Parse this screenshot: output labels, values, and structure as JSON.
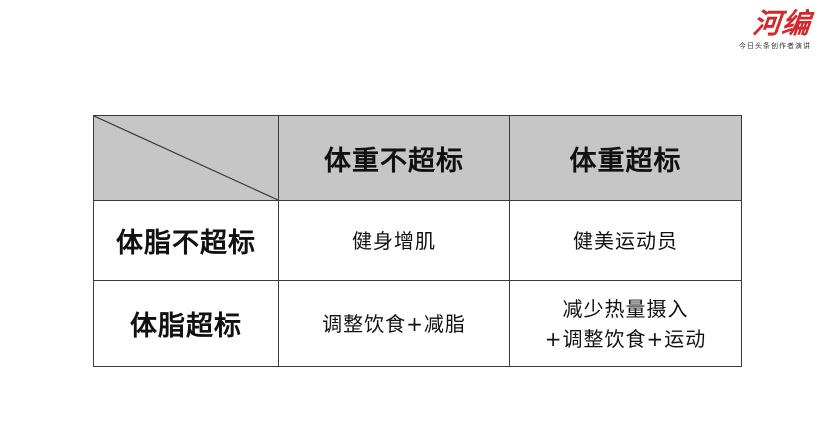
{
  "logo": {
    "title": "河编",
    "subtitle": "今日头条创作者演讲"
  },
  "table": {
    "col_headers": [
      "体重不超标",
      "体重超标"
    ],
    "rows": [
      {
        "header": "体脂不超标",
        "cells": [
          {
            "lines": [
              "健身增肌"
            ]
          },
          {
            "lines": [
              "健美运动员"
            ]
          }
        ]
      },
      {
        "header": "体脂超标",
        "cells": [
          {
            "lines": [
              "调整饮食+减脂"
            ]
          },
          {
            "lines": [
              "减少热量摄入",
              "+调整饮食+运动"
            ]
          }
        ]
      }
    ]
  },
  "colors": {
    "header_bg": "#c6c6c6",
    "border": "#3a3a3a",
    "logo_red": "#d9262b"
  }
}
